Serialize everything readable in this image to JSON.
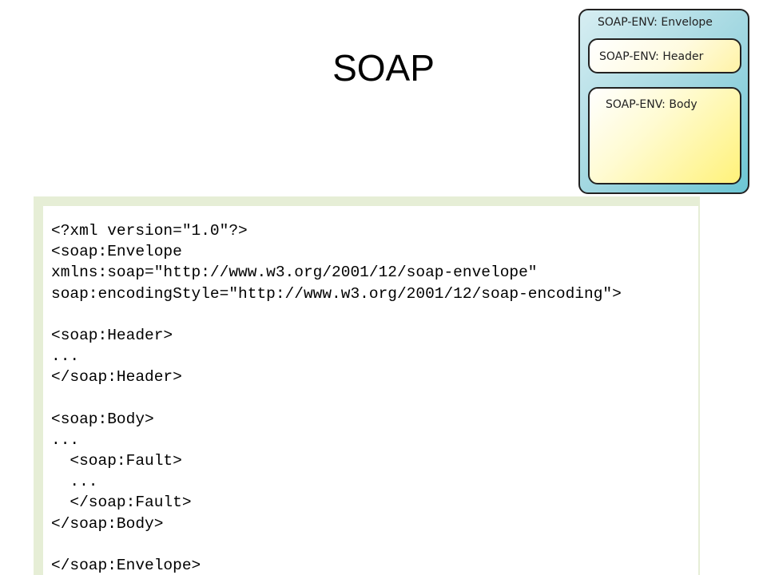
{
  "slide": {
    "title": "SOAP"
  },
  "diagram": {
    "envelope_label": "SOAP-ENV: Envelope",
    "header_label": "SOAP-ENV: Header",
    "body_label": "SOAP-ENV: Body",
    "colors": {
      "envelope_fill": "#9fd6e0",
      "header_fill": "#fff8cc",
      "body_fill": "#fff27a",
      "border": "#222222"
    }
  },
  "code": {
    "lines": [
      "<?xml version=\"1.0\"?>",
      "<soap:Envelope",
      "xmlns:soap=\"http://www.w3.org/2001/12/soap-envelope\"",
      "soap:encodingStyle=\"http://www.w3.org/2001/12/soap-encoding\">",
      "",
      "<soap:Header>",
      "...",
      "</soap:Header>",
      "",
      "<soap:Body>",
      "...",
      "  <soap:Fault>",
      "  ...",
      "  </soap:Fault>",
      "</soap:Body>",
      "",
      "</soap:Envelope>"
    ]
  }
}
